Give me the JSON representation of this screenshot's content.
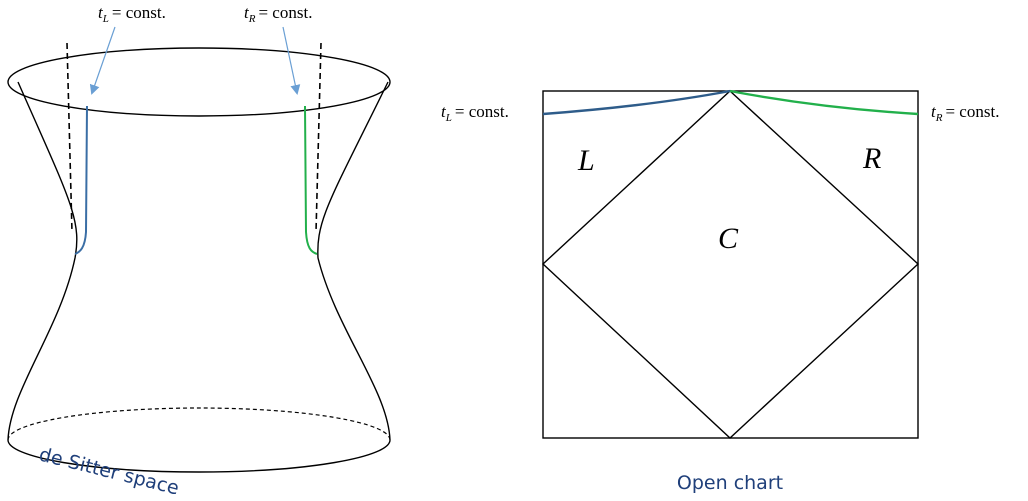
{
  "left_figure": {
    "caption": "de Sitter space",
    "caption_color": "#1f3f7a",
    "label_left": {
      "var": "t",
      "sub": "L",
      "rhs": "= const."
    },
    "label_right": {
      "var": "t",
      "sub": "R",
      "rhs": "= const."
    },
    "arrow_color": "#6a9fd4",
    "curve_left_color": "#3a6ea5",
    "curve_right_color": "#22b04b"
  },
  "right_figure": {
    "caption": "Open chart",
    "caption_color": "#1f3f7a",
    "label_left": {
      "var": "t",
      "sub": "L",
      "rhs": "= const."
    },
    "label_right": {
      "var": "t",
      "sub": "R",
      "rhs": "= const."
    },
    "region_left": "L",
    "region_right": "R",
    "region_center": "C",
    "curve_left_color": "#2e5c8a",
    "curve_right_color": "#22b04b"
  }
}
